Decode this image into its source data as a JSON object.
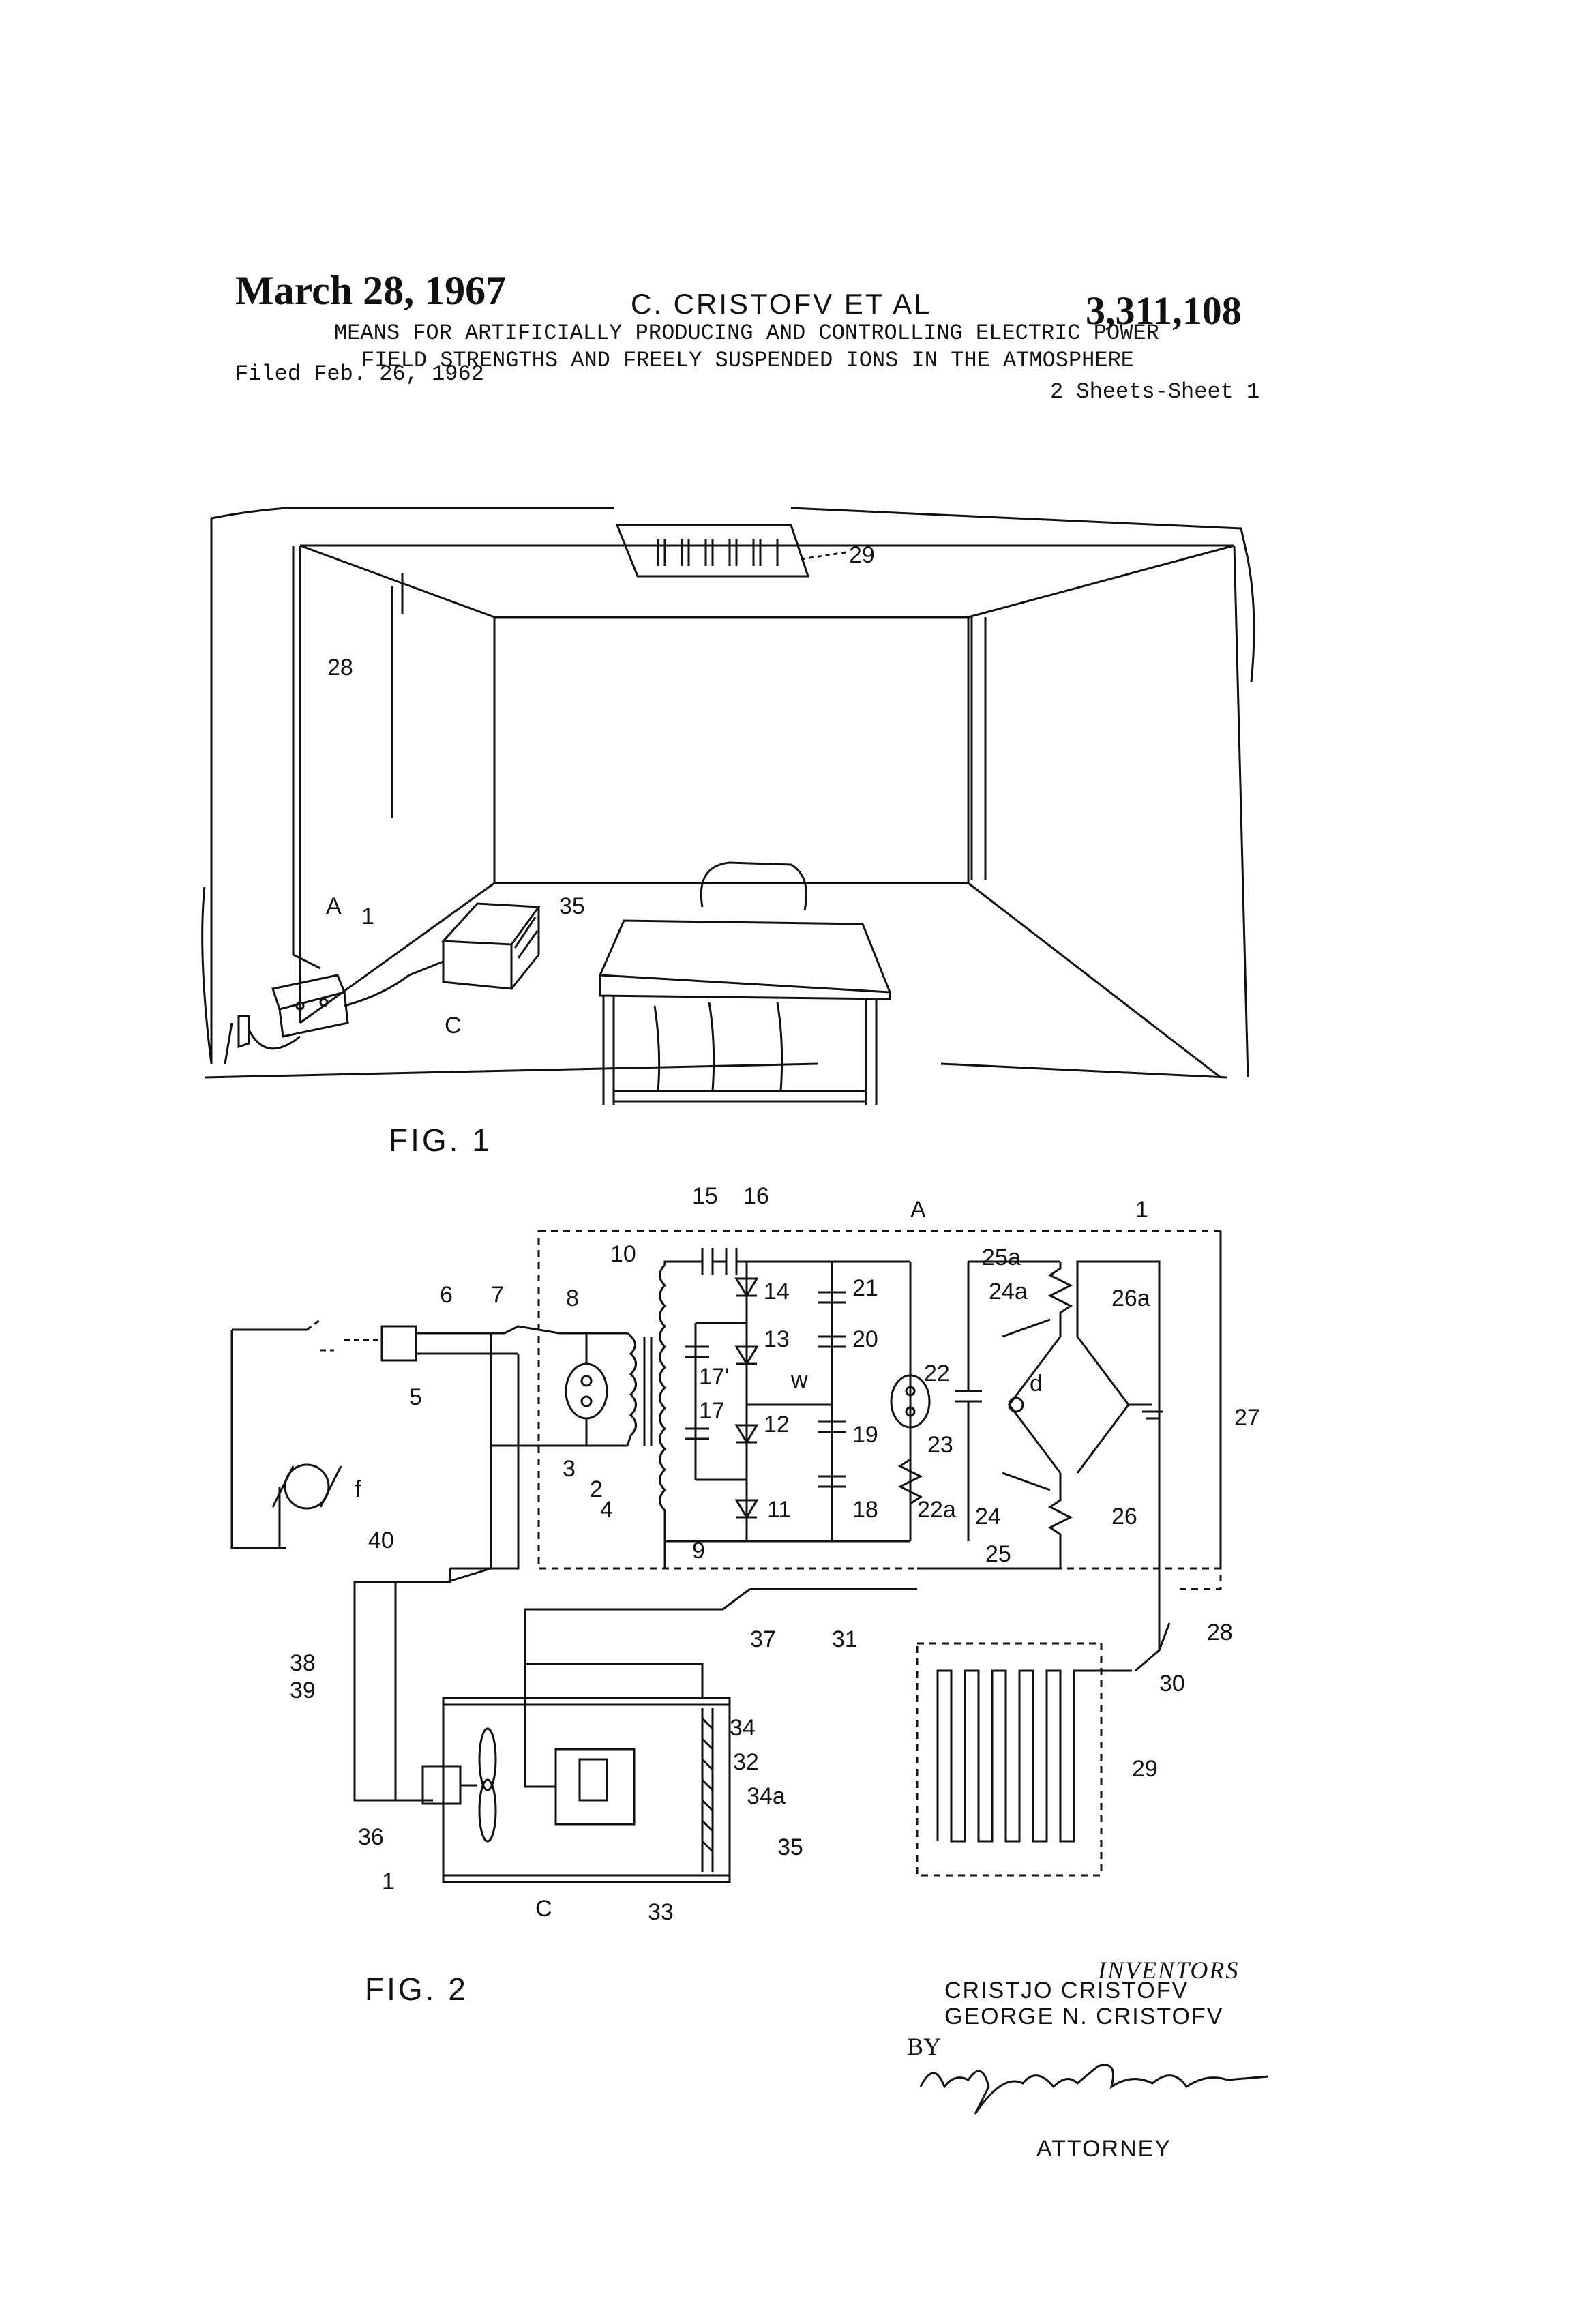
{
  "header": {
    "date": "March 28, 1967",
    "inventors": "C. CRISTOFV ET AL",
    "patent_number": "3,311,108",
    "title_line1": "MEANS FOR ARTIFICIALLY PRODUCING AND CONTROLLING ELECTRIC POWER",
    "title_line2": "FIELD STRENGTHS AND FREELY SUSPENDED IONS IN THE ATMOSPHERE",
    "filed": "Filed Feb. 26, 1962",
    "sheets": "2 Sheets-Sheet 1"
  },
  "fig1": {
    "caption": "FIG. 1",
    "labels": [
      "29",
      "28",
      "A",
      "1",
      "35",
      "C"
    ]
  },
  "fig2": {
    "caption": "FIG. 2",
    "labels": [
      "15",
      "16",
      "A",
      "1",
      "10",
      "8",
      "6",
      "7",
      "14",
      "21",
      "25a",
      "24a",
      "26a",
      "13",
      "17'",
      "20",
      "w",
      "22",
      "d",
      "27",
      "5",
      "17",
      "12",
      "19",
      "23",
      "3",
      "2",
      "4",
      "11",
      "18",
      "22a",
      "24",
      "26",
      "25",
      "f",
      "9",
      "40",
      "37",
      "31",
      "28",
      "38",
      "39",
      "34",
      "32",
      "34a",
      "36",
      "35",
      "1",
      "C",
      "33",
      "30",
      "29"
    ]
  },
  "signature": {
    "inventors_label": "INVENTORS",
    "name1": "CRISTJO  CRISTOFV",
    "name2": "GEORGE  N. CRISTOFV",
    "by": "BY",
    "attorney": "ATTORNEY",
    "signature_text": "Alfred W. Petchaft"
  }
}
